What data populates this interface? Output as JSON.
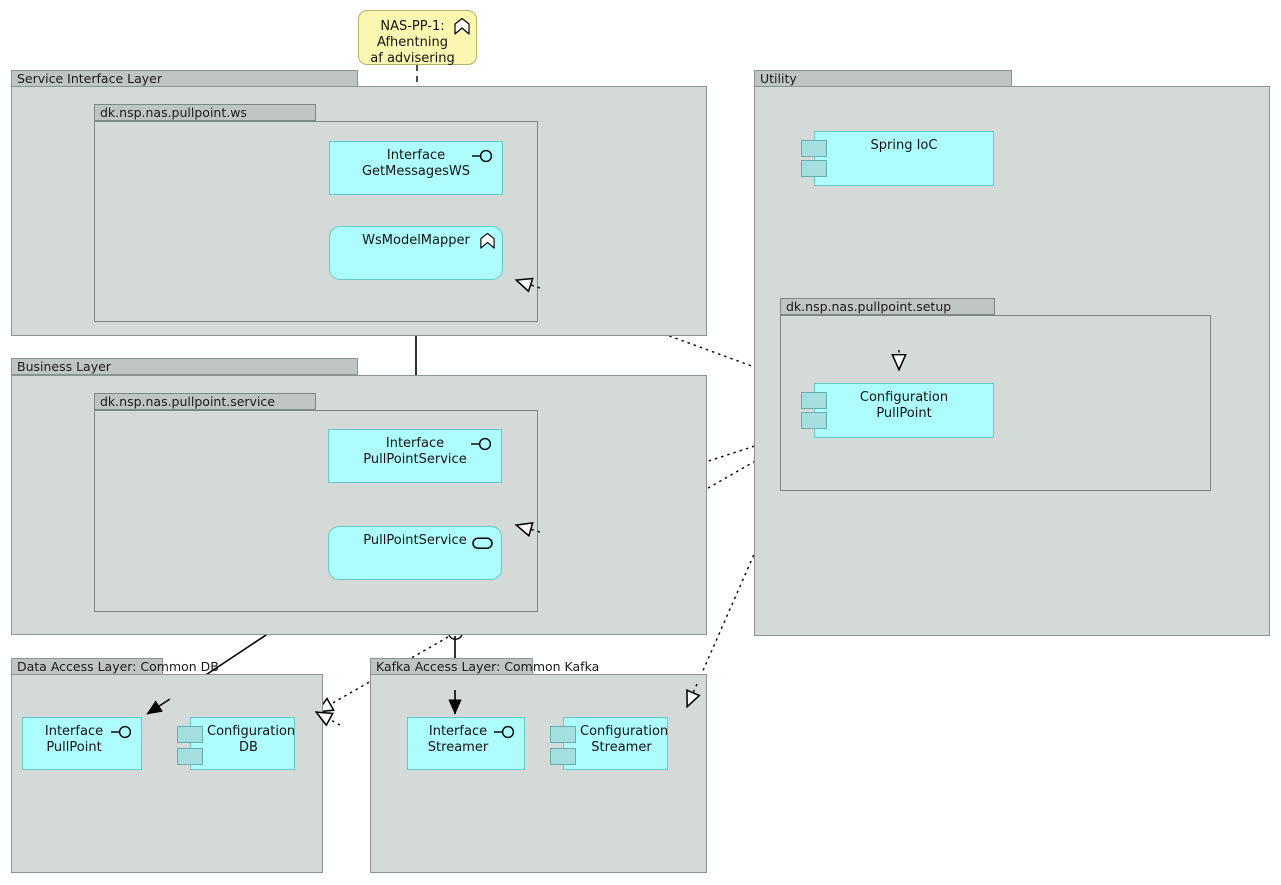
{
  "diagram": {
    "type": "uml-component-diagram",
    "colors": {
      "layer_fill": "#d3dad7",
      "layer_tab_fill": "#bfc5c2",
      "layer_border": "#8a9390",
      "component_fill": "#aefdfd",
      "component_border": "#63c9c9",
      "component_tab_fill": "#a4dede",
      "note_fill": "#fbf7b0",
      "note_border": "#b9b06a",
      "edge": "#000000",
      "background": "#ffffff"
    }
  },
  "note": {
    "label": "NAS-PP-1:\nAfhentning\naf advisering",
    "line1": "NAS-PP-1:",
    "line2": "Afhentning",
    "line3": "af advisering",
    "icon": "usecase-chevron-icon"
  },
  "layers": [
    {
      "id": "service-interface-layer",
      "label": "Service Interface Layer"
    },
    {
      "id": "business-layer",
      "label": "Business Layer"
    },
    {
      "id": "data-access-layer",
      "label": "Data Access Layer: Common DB"
    },
    {
      "id": "kafka-access-layer",
      "label": "Kafka Access Layer: Common Kafka"
    },
    {
      "id": "utility-layer",
      "label": "Utility"
    }
  ],
  "packages": [
    {
      "id": "pkg-ws",
      "label": "dk.nsp.nas.pullpoint.ws"
    },
    {
      "id": "pkg-service",
      "label": "dk.nsp.nas.pullpoint.service"
    },
    {
      "id": "pkg-setup",
      "label": "dk.nsp.nas.pullpoint.setup"
    }
  ],
  "components": [
    {
      "id": "interface-getmessagesws",
      "line1": "Interface",
      "line2": "GetMessagesWS",
      "icon": "provided-interface-lollipop-icon",
      "shape": "rect",
      "layer": "service-interface-layer"
    },
    {
      "id": "wsmodelmapper",
      "line1": "WsModelMapper",
      "line2": "",
      "icon": "usecase-chevron-icon",
      "shape": "rounded",
      "layer": "service-interface-layer"
    },
    {
      "id": "interface-pullpointservice",
      "line1": "Interface",
      "line2": "PullPointService",
      "icon": "provided-interface-lollipop-icon",
      "shape": "rect",
      "layer": "business-layer"
    },
    {
      "id": "pullpointservice",
      "line1": "PullPointService",
      "line2": "",
      "icon": "rounded-rectangle-icon",
      "shape": "rounded",
      "layer": "business-layer"
    },
    {
      "id": "interface-pullpoint",
      "line1": "Interface",
      "line2": "PullPoint",
      "icon": "provided-interface-lollipop-icon",
      "shape": "rect",
      "layer": "data-access-layer"
    },
    {
      "id": "configuration-db",
      "line1": "Configuration",
      "line2": "DB",
      "icon": "component-tabs-icon",
      "shape": "rect",
      "layer": "data-access-layer"
    },
    {
      "id": "interface-streamer",
      "line1": "Interface",
      "line2": "Streamer",
      "icon": "provided-interface-lollipop-icon",
      "shape": "rect",
      "layer": "kafka-access-layer"
    },
    {
      "id": "configuration-streamer",
      "line1": "Configuration",
      "line2": "Streamer",
      "icon": "component-tabs-icon",
      "shape": "rect",
      "layer": "kafka-access-layer"
    },
    {
      "id": "spring-ioc",
      "line1": "Spring IoC",
      "line2": "",
      "icon": "component-tabs-icon",
      "shape": "rect",
      "layer": "utility-layer"
    },
    {
      "id": "configuration-pullpoint",
      "line1": "Configuration PullPoint",
      "line2": "",
      "icon": "component-tabs-icon",
      "shape": "rect",
      "layer": "utility-layer"
    }
  ],
  "edges": [
    {
      "from": "note",
      "to": "interface-getmessagesws",
      "style": "dashed",
      "arrow": "open-arrow"
    },
    {
      "from": "interface-getmessagesws",
      "to": "wsmodelmapper",
      "style": "solid",
      "arrow": "filled-arrow"
    },
    {
      "from": "wsmodelmapper",
      "to": "interface-pullpointservice",
      "style": "solid",
      "arrow": "filled-arrow"
    },
    {
      "from": "interface-pullpointservice",
      "to": "pullpointservice",
      "style": "solid",
      "arrow": "filled-arrow"
    },
    {
      "from": "pullpointservice",
      "to": "interface-pullpoint",
      "style": "solid",
      "arrow": "filled-arrow"
    },
    {
      "from": "pullpointservice",
      "to": "interface-streamer",
      "style": "solid",
      "arrow": "filled-arrow"
    },
    {
      "from": "spring-ioc",
      "to": "configuration-pullpoint",
      "style": "dotted",
      "arrow": "hollow-triangle"
    },
    {
      "from": "configuration-pullpoint",
      "to": "wsmodelmapper",
      "style": "dotted",
      "arrow": "hollow-triangle"
    },
    {
      "from": "configuration-pullpoint",
      "to": "pullpointservice",
      "style": "dotted",
      "arrow": "hollow-triangle"
    },
    {
      "from": "configuration-pullpoint",
      "to": "configuration-db",
      "style": "dotted",
      "arrow": "hollow-triangle"
    },
    {
      "from": "configuration-pullpoint",
      "to": "configuration-streamer",
      "style": "dotted",
      "arrow": "hollow-triangle"
    }
  ]
}
